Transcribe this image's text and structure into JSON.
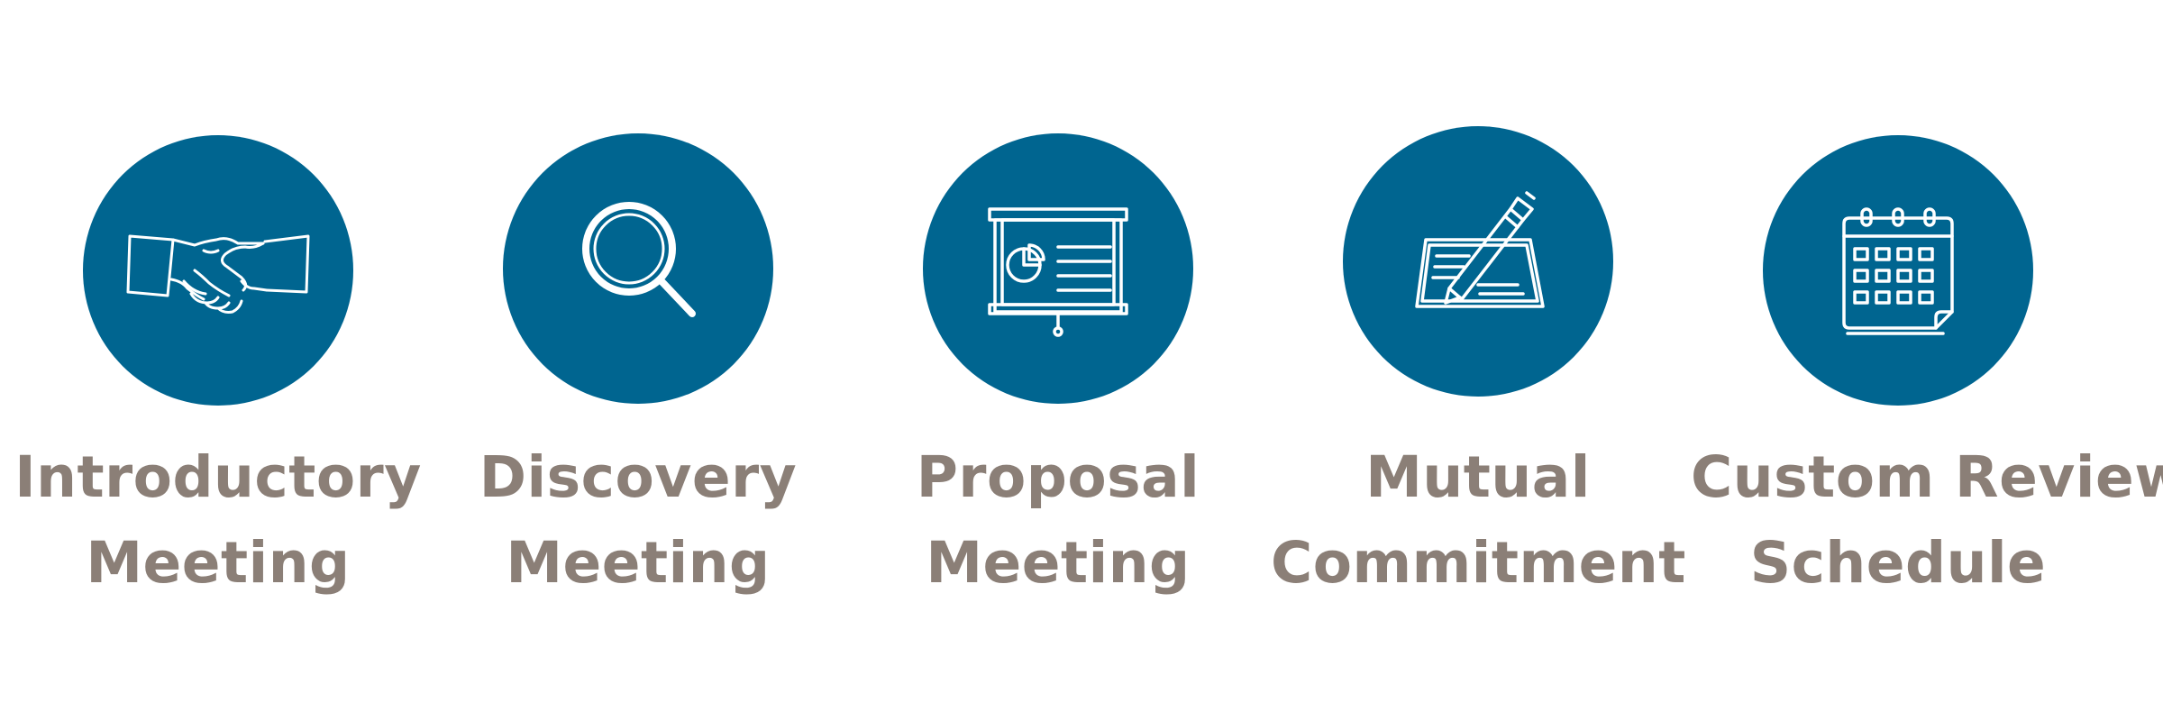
{
  "colors": {
    "circle": "#006590",
    "label": "#8b7f77",
    "icon": "#ffffff"
  },
  "steps": [
    {
      "icon": "handshake-icon",
      "line1": "Introductory",
      "line2": "Meeting"
    },
    {
      "icon": "magnifying-glass-icon",
      "line1": "Discovery",
      "line2": "Meeting"
    },
    {
      "icon": "presentation-board-icon",
      "line1": "Proposal",
      "line2": "Meeting"
    },
    {
      "icon": "pen-document-icon",
      "line1": "Mutual",
      "line2": "Commitment"
    },
    {
      "icon": "calendar-icon",
      "line1": "Custom Review",
      "line2": "Schedule"
    }
  ]
}
